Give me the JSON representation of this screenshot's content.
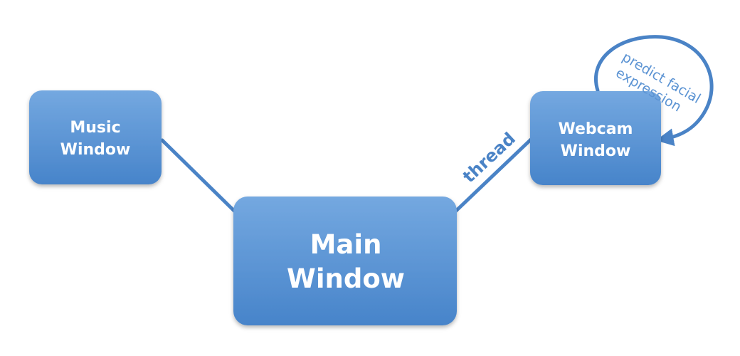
{
  "nodes": {
    "music": {
      "line1": "Music",
      "line2": "Window"
    },
    "main": {
      "line1": "Main",
      "line2": "Window"
    },
    "webcam": {
      "line1": "Webcam",
      "line2": "Window"
    }
  },
  "edges": {
    "main_webcam_label": "thread"
  },
  "self_loop": {
    "line1": "predict facial",
    "line2": "expression"
  },
  "colors": {
    "node_fill_top": "#74a8e0",
    "node_fill_bottom": "#4a86cb",
    "edge": "#4a83c6",
    "loop_text": "#5b93d3"
  }
}
